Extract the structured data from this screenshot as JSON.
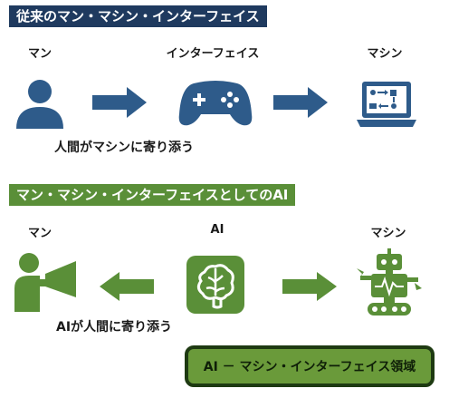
{
  "section1": {
    "title": "従来のマン・マシン・インターフェイス",
    "label_man": "マン",
    "label_interface": "インターフェイス",
    "label_machine": "マシン",
    "caption": "人間がマシンに寄り添う"
  },
  "section2": {
    "title": "マン・マシン・インターフェイスとしてのAI",
    "label_man": "マン",
    "label_ai": "AI",
    "label_machine": "マシン",
    "caption": "AIが人間に寄り添う"
  },
  "bottom_box": {
    "text": "AI － マシン・インターフェイス領域"
  },
  "colors": {
    "navy": "#1f3a5f",
    "blue_arrow": "#2e5b8a",
    "green": "#5a8f38",
    "dark_green": "#1e3a12"
  },
  "icons": [
    "person-icon",
    "gamepad-icon",
    "laptop-flowchart-icon",
    "speaker-person-icon",
    "brain-icon",
    "robot-icon"
  ]
}
